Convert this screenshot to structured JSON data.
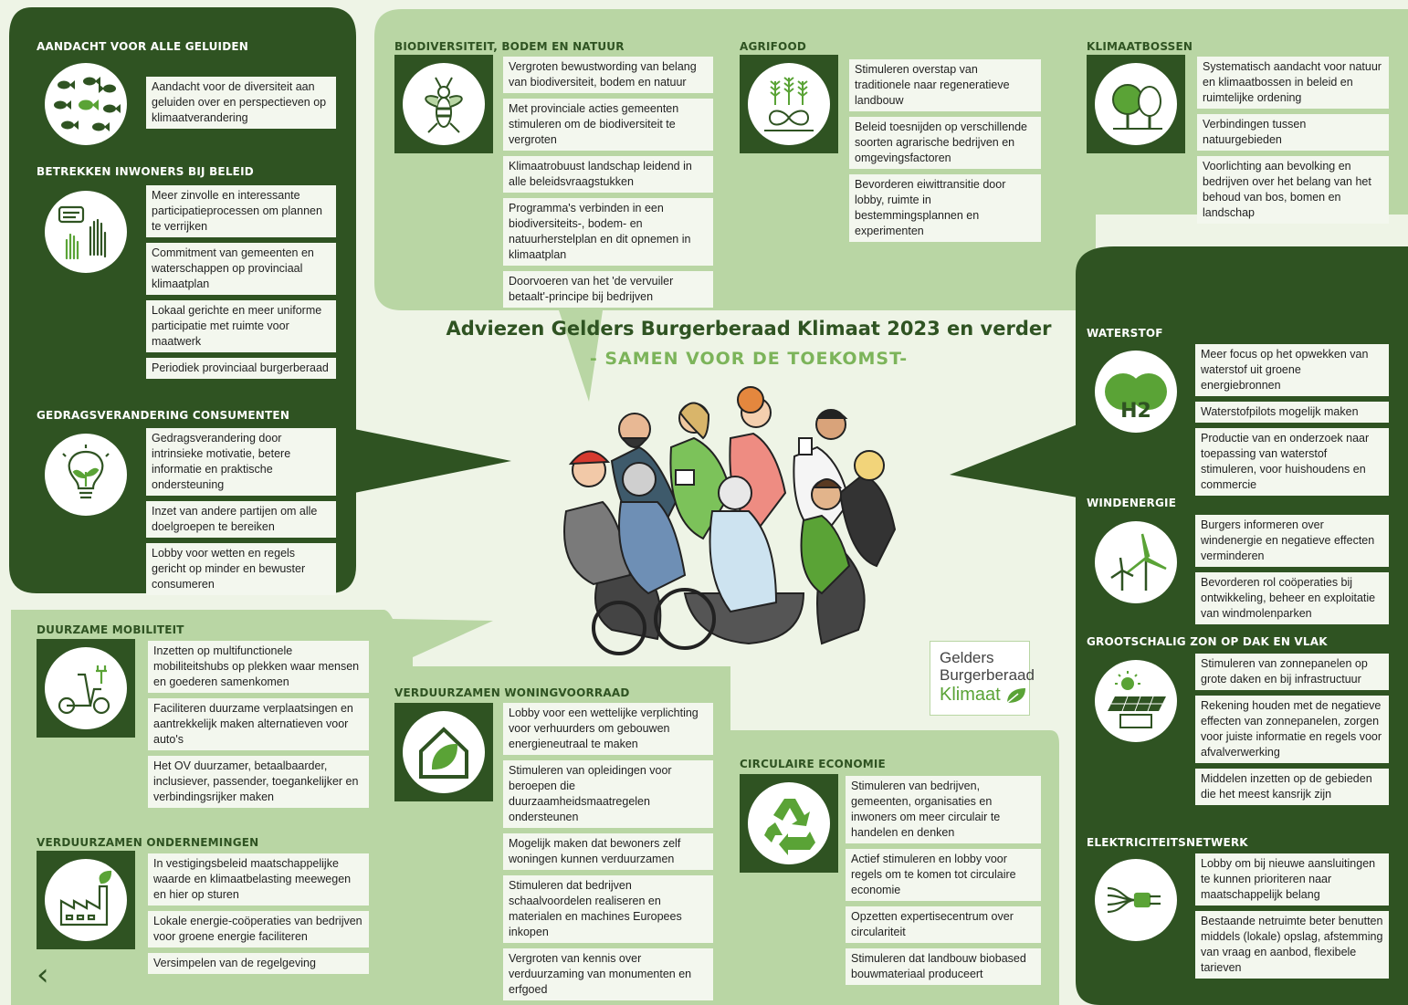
{
  "title": "Adviezen Gelders Burgerberaad Klimaat 2023 en verder",
  "subtitle": "- SAMEN VOOR DE TOEKOMST-",
  "logo": {
    "line1": "Gelders",
    "line2": "Burgerberaad",
    "line3": "Klimaat"
  },
  "back_glyph": "‹",
  "colors": {
    "dark_green": "#2f5322",
    "light_green": "#b9d6a4",
    "accent": "#7cb45a"
  },
  "sections": {
    "geluiden": {
      "title": "AANDACHT VOOR ALLE GELUIDEN",
      "icon": "fish-school-icon",
      "items": [
        "Aandacht voor de diversiteit aan geluiden over en perspectieven op klimaatverandering"
      ]
    },
    "inwoners": {
      "title": "BETREKKEN INWONERS BIJ BELEID",
      "icon": "raised-hands-icon",
      "items": [
        "Meer zinvolle en interessante participatieprocessen om plannen te verrijken",
        "Commitment van gemeenten en waterschappen op provinciaal klimaatplan",
        "Lokaal gerichte en meer uniforme participatie met ruimte voor maatwerk",
        "Periodiek provinciaal burgerberaad"
      ]
    },
    "gedrag": {
      "title": "GEDRAGSVERANDERING CONSUMENTEN",
      "icon": "lightbulb-leaf-icon",
      "items": [
        "Gedragsverandering door intrinsieke motivatie, betere informatie en praktische ondersteuning",
        "Inzet van andere partijen om alle doelgroepen te bereiken",
        "Lobby voor wetten en regels gericht op minder en bewuster consumeren"
      ]
    },
    "mobiliteit": {
      "title": "DUURZAME MOBILITEIT",
      "icon": "electric-scooter-icon",
      "items": [
        "Inzetten op multifunctionele mobiliteitshubs op plekken waar mensen en goederen samenkomen",
        "Faciliteren duurzame verplaatsingen en aantrekkelijk maken alternatieven voor auto's",
        "Het OV duurzamer, betaalbaarder, inclusiever, passender, toegankelijker en verbindingsrijker maken"
      ]
    },
    "ondernemingen": {
      "title": "VERDUURZAMEN ONDERNEMINGEN",
      "icon": "factory-leaf-icon",
      "items": [
        "In vestigingsbeleid maatschappelijke waarde en klimaatbelasting meewegen en hier op sturen",
        "Lokale energie-coöperaties van bedrijven voor groene energie faciliteren",
        "Versimpelen van de regelgeving"
      ]
    },
    "biodiversiteit": {
      "title": "BIODIVERSITEIT, BODEM EN NATUUR",
      "icon": "bee-icon",
      "items": [
        "Vergroten bewustwording van belang van biodiversiteit, bodem en natuur",
        "Met provinciale acties gemeenten stimuleren om de biodiversiteit te vergroten",
        "Klimaatrobuust landschap leidend in alle beleidsvraagstukken",
        "Programma's verbinden in een biodiversiteits-, bodem- en natuurherstelplan en dit opnemen in klimaatplan",
        "Doorvoeren van het 'de vervuiler betaalt'-principe bij bedrijven"
      ]
    },
    "agrifood": {
      "title": "AGRIFOOD",
      "icon": "wheat-infinity-icon",
      "items": [
        "Stimuleren overstap van traditionele naar regeneratieve landbouw",
        "Beleid toesnijden op verschillende soorten agrarische bedrijven en omgevingsfactoren",
        "Bevorderen eiwittransitie door lobby, ruimte in bestemmingsplannen en experimenten"
      ]
    },
    "klimaatbossen": {
      "title": "KLIMAATBOSSEN",
      "icon": "trees-icon",
      "items": [
        "Systematisch aandacht voor natuur en klimaatbossen in beleid en ruimtelijke ordening",
        "Verbindingen tussen natuurgebieden",
        "Voorlichting aan bevolking en bedrijven over het belang van het behoud van bos, bomen en landschap"
      ]
    },
    "woningvoorraad": {
      "title": "VERDUURZAMEN WONINGVOORRAAD",
      "icon": "house-leaf-icon",
      "items": [
        "Lobby voor een wettelijke verplichting voor verhuurders om gebouwen energieneutraal te maken",
        "Stimuleren van opleidingen voor beroepen die duurzaamheidsmaatregelen ondersteunen",
        "Mogelijk maken dat bewoners zelf woningen kunnen verduurzamen",
        "Stimuleren dat bedrijven schaalvoordelen realiseren en materialen en machines Europees inkopen",
        "Vergroten van kennis over verduurzaming van monumenten en erfgoed"
      ]
    },
    "circulair": {
      "title": "CIRCULAIRE ECONOMIE",
      "icon": "recycle-icon",
      "items": [
        "Stimuleren van bedrijven, gemeenten, organisaties en inwoners om meer circulair te handelen en denken",
        "Actief stimuleren en lobby voor regels om te komen tot circulaire economie",
        "Opzetten expertisecentrum over circulariteit",
        "Stimuleren dat landbouw biobased bouwmateriaal produceert"
      ]
    },
    "waterstof": {
      "title": "WATERSTOF",
      "icon": "h2-molecule-icon",
      "icon_text": "H2",
      "items": [
        "Meer focus op het opwekken van waterstof uit groene energiebronnen",
        "Waterstofpilots mogelijk maken",
        "Productie van en onderzoek naar toepassing van waterstof stimuleren, voor huishoudens en commercie"
      ]
    },
    "wind": {
      "title": "WINDENERGIE",
      "icon": "wind-turbine-icon",
      "items": [
        "Burgers informeren over windenergie en negatieve effecten verminderen",
        "Bevorderen rol coöperaties bij ontwikkeling, beheer en exploitatie van windmolenparken"
      ]
    },
    "zon": {
      "title": "GROOTSCHALIG ZON OP DAK EN VLAK",
      "icon": "solar-panel-icon",
      "items": [
        "Stimuleren van zonnepanelen op grote daken en bij infrastructuur",
        "Rekening houden met de negatieve effecten van zonnepanelen, zorgen voor juiste informatie en regels voor afvalverwerking",
        "Middelen inzetten op de gebieden die het meest kansrijk zijn"
      ]
    },
    "netwerk": {
      "title": "ELEKTRICITEITSNETWERK",
      "icon": "power-plug-icon",
      "items": [
        "Lobby om bij nieuwe aansluitingen te kunnen prioriteren naar maatschappelijk belang",
        "Bestaande netruimte beter benutten middels (lokale) opslag, afstemming van vraag en aanbod, flexibele tarieven"
      ]
    }
  }
}
